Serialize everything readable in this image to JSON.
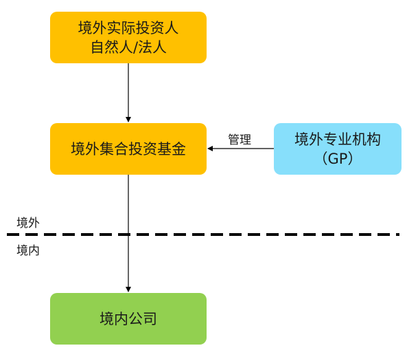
{
  "nodes": {
    "investors": {
      "line1": "境外实际投资人",
      "line2": "自然人/法人",
      "fill": "#FFC000"
    },
    "fund": {
      "label": "境外集合投资基金",
      "fill": "#FFC000"
    },
    "gp": {
      "line1": "境外专业机构",
      "line2": "（GP）",
      "fill": "#87DFFB"
    },
    "company": {
      "label": "境内公司",
      "fill": "#92D050"
    }
  },
  "edges": {
    "manage_label": "管理"
  },
  "border": {
    "offshore_label": "境外",
    "onshore_label": "境内"
  },
  "colors": {
    "line": "#000000",
    "border_dash": "#000000"
  }
}
